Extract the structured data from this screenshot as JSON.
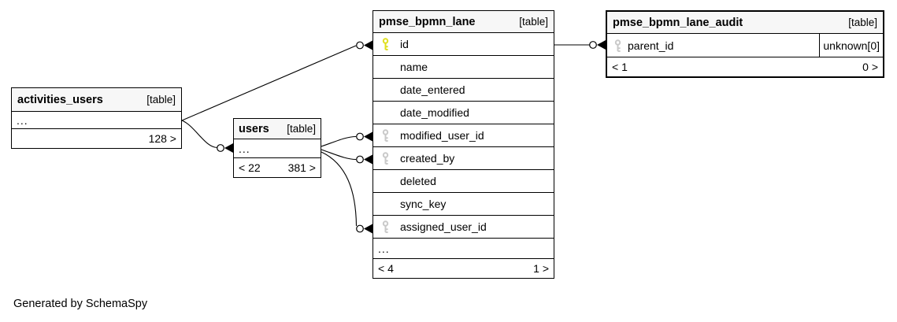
{
  "note": "Generated by SchemaSpy",
  "colors": {
    "pk_key": "#dfdf1f",
    "fk_key": "#c9c9c9",
    "header_bg": "#f7f7f7",
    "border": "#000000"
  },
  "tables": {
    "activities_users": {
      "title": "activities_users",
      "tag": "[table]",
      "ellipsis": "...",
      "footer": {
        "c1": "",
        "c2": "",
        "c3": "128 >"
      }
    },
    "users": {
      "title": "users",
      "tag": "[table]",
      "ellipsis": "...",
      "footer": {
        "c1": "< 22",
        "c2": "",
        "c3": "381 >"
      }
    },
    "pmse_bpmn_lane": {
      "title": "pmse_bpmn_lane",
      "tag": "[table]",
      "ellipsis": "...",
      "columns": [
        {
          "name": "id",
          "key": "pk"
        },
        {
          "name": "name",
          "key": ""
        },
        {
          "name": "date_entered",
          "key": ""
        },
        {
          "name": "date_modified",
          "key": ""
        },
        {
          "name": "modified_user_id",
          "key": "fk"
        },
        {
          "name": "created_by",
          "key": "fk"
        },
        {
          "name": "deleted",
          "key": ""
        },
        {
          "name": "sync_key",
          "key": ""
        },
        {
          "name": "assigned_user_id",
          "key": "fk"
        }
      ],
      "footer": {
        "c1": "< 4",
        "c2": "",
        "c3": "1 >"
      }
    },
    "pmse_bpmn_lane_audit": {
      "title": "pmse_bpmn_lane_audit",
      "tag": "[table]",
      "columns": [
        {
          "name": "parent_id",
          "key": "fk",
          "type": "unknown[0]"
        }
      ],
      "footer": {
        "c1": "< 1",
        "c2": "",
        "c3": "0 >"
      }
    }
  }
}
